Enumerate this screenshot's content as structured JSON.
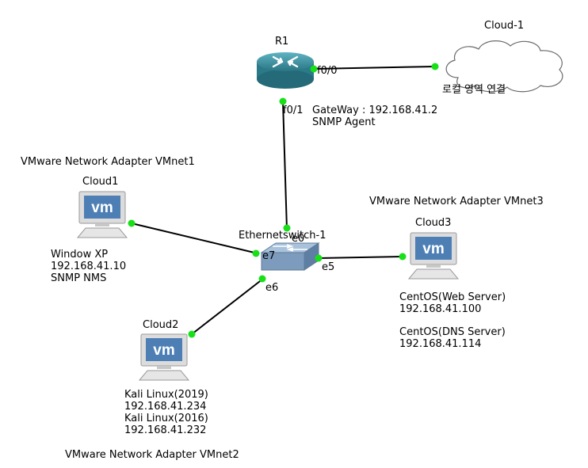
{
  "nodes": {
    "r1": {
      "label": "R1"
    },
    "cloud_1": {
      "label": "Cloud-1",
      "caption": "로컬 영역 연결"
    },
    "cloud1": {
      "label": "Cloud1"
    },
    "cloud2": {
      "label": "Cloud2"
    },
    "cloud3": {
      "label": "Cloud3"
    },
    "switch": {
      "label": "Ethernetswitch-1"
    }
  },
  "ports": {
    "f0_0": "f0/0",
    "f0_1": "f0/1",
    "e0": "e0",
    "e7": "e7",
    "e5": "e5",
    "e6": "e6"
  },
  "notes": {
    "router": [
      "GateWay : 192.168.41.2",
      "SNMP Agent"
    ],
    "vmnet1": "VMware Network Adapter VMnet1",
    "vmnet2": "VMware Network Adapter VMnet2",
    "vmnet3": "VMware Network Adapter VMnet3",
    "windows": [
      "Window XP",
      "192.168.41.10",
      "SNMP NMS"
    ],
    "kali": [
      "Kali Linux(2019)",
      "192.168.41.234",
      "Kali Linux(2016)",
      "192.168.41.232"
    ],
    "centos_web": [
      "CentOS(Web Server)",
      "192.168.41.100"
    ],
    "centos_dns": [
      "CentOS(DNS Server)",
      "192.168.41.114"
    ]
  },
  "vm_badge": "vm",
  "colors": {
    "link": "#000000",
    "port_dot": "#18e018",
    "router": "#3a8f9e",
    "vm_screen": "#4d7fb5"
  }
}
